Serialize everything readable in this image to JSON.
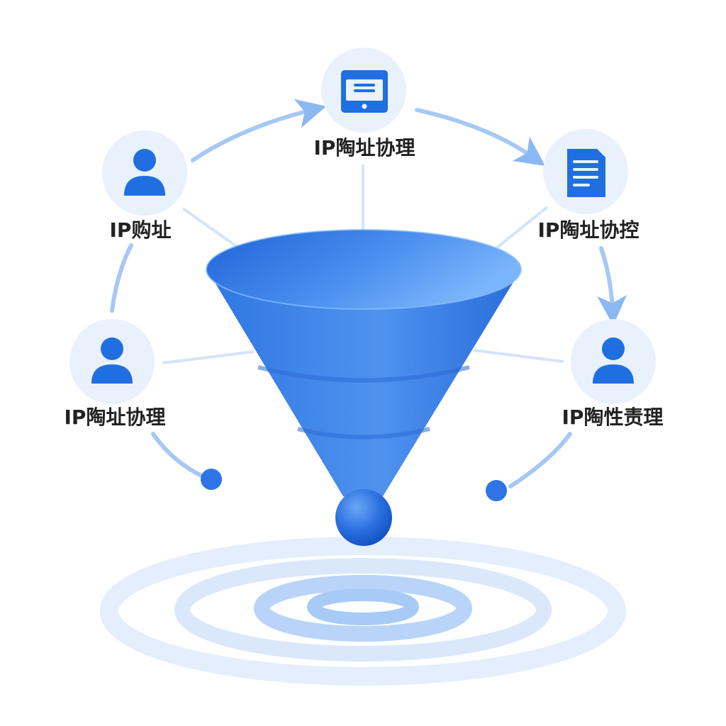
{
  "colors": {
    "accent": "#1f6fe0",
    "accent_light": "#6eaaf5",
    "node_bg": "#eaf2fc",
    "connector": "#9ec3f2",
    "label_text": "#222222"
  },
  "nodes": [
    {
      "id": "top",
      "label": "IP陶址协理",
      "icon": "monitor-icon"
    },
    {
      "id": "upper-left",
      "label": "IP购址",
      "icon": "user-icon"
    },
    {
      "id": "upper-right",
      "label": "IP陶址协控",
      "icon": "document-icon"
    },
    {
      "id": "lower-left",
      "label": "IP陶址协理",
      "icon": "user-icon"
    },
    {
      "id": "lower-right",
      "label": "IP陶性责理",
      "icon": "user-icon"
    }
  ]
}
